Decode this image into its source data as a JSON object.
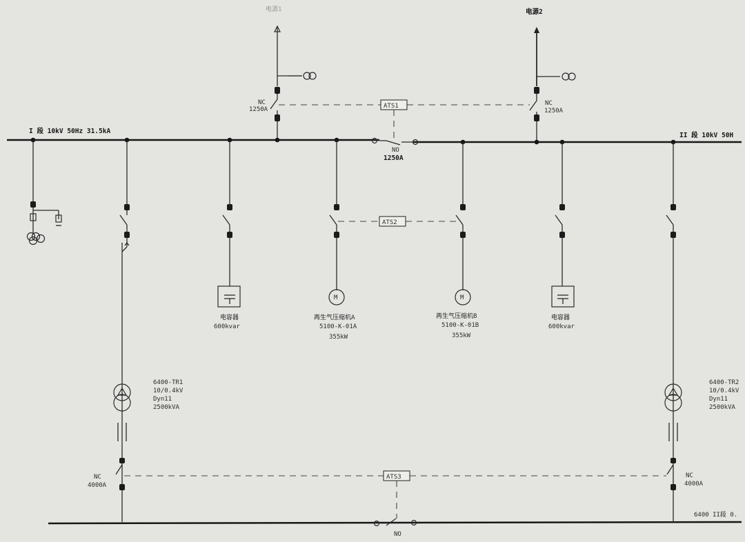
{
  "sources": {
    "source1": "电源1",
    "source2": "电源2"
  },
  "bus": {
    "section1": "I 段 10kV  50Hz  31.5kA",
    "section2": "II 段  10kV 50H",
    "lv_section": "6400  II段 0."
  },
  "breakers": {
    "incomer1_state": "NC",
    "incomer1_rating": "1250A",
    "incomer2_state": "NC",
    "incomer2_rating": "1250A",
    "tie_state": "NO",
    "tie_rating": "1250A",
    "lv1_state": "NC",
    "lv1_rating": "4000A",
    "lv2_state": "NC",
    "lv2_rating": "4000A",
    "lv_tie_state": "NO"
  },
  "ats": {
    "ats1": "ATS1",
    "ats2": "ATS2",
    "ats3": "ATS3"
  },
  "loads": {
    "cap1_name": "电容器",
    "cap1_rating": "600kvar",
    "motorA_symbol": "M",
    "motorA_name": "再生气压缩机A",
    "motorA_tag": "5100-K-01A",
    "motorA_power": "355kW",
    "motorB_symbol": "M",
    "motorB_name": "再生气压缩机B",
    "motorB_tag": "5100-K-01B",
    "motorB_power": "355kW",
    "cap2_name": "电容器",
    "cap2_rating": "600kvar"
  },
  "transformers": {
    "tr1_tag": "6400-TR1",
    "tr1_ratio": "10/0.4kV",
    "tr1_vector": "Dyn11",
    "tr1_rating": "2500kVA",
    "tr2_tag": "6400-TR2",
    "tr2_ratio": "10/0.4kV",
    "tr2_vector": "Dyn11",
    "tr2_rating": "2500kVA"
  }
}
